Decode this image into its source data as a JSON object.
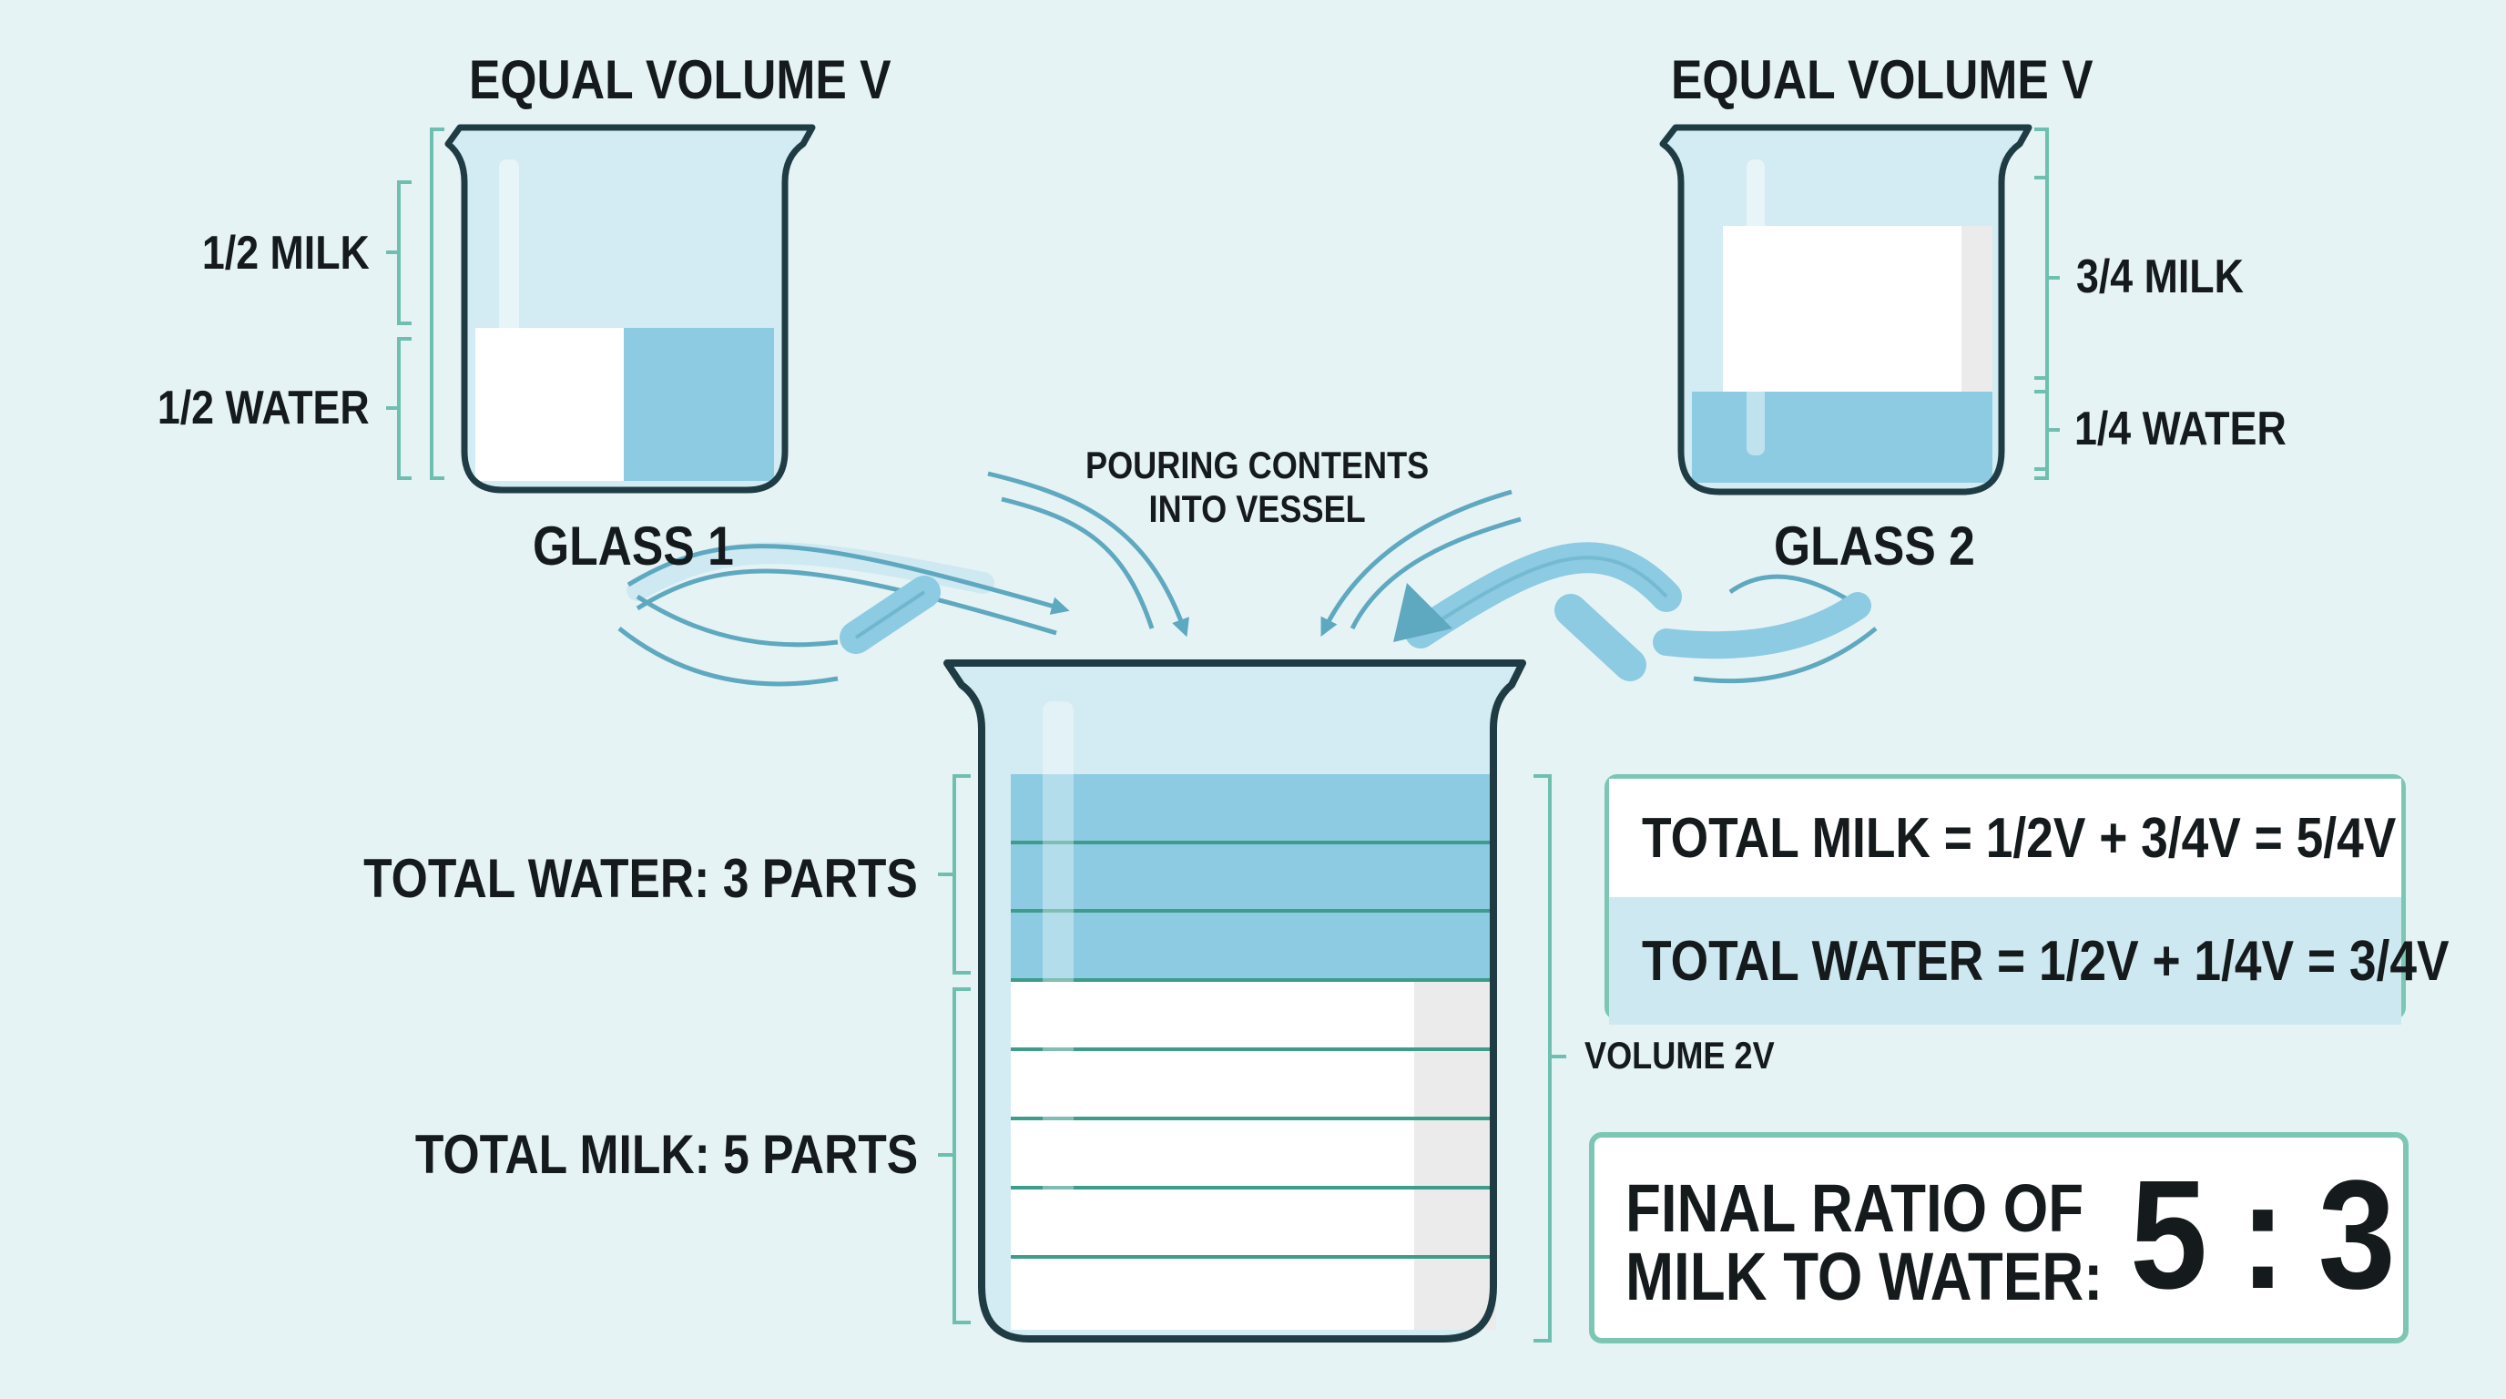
{
  "glass1": {
    "title": "EQUAL VOLUME V",
    "milk_label": "1/2 MILK",
    "water_label": "1/2 WATER",
    "name": "GLASS 1",
    "milk_fraction": 0.5,
    "water_fraction": 0.5
  },
  "glass2": {
    "title": "EQUAL VOLUME V",
    "milk_label": "3/4 MILK",
    "water_label": "1/4 WATER",
    "name": "GLASS 2",
    "milk_fraction": 0.75,
    "water_fraction": 0.25
  },
  "pour_label_line1": "POURING CONTENTS",
  "pour_label_line2": "INTO VESSEL",
  "vessel": {
    "water_label": "TOTAL WATER: 3 PARTS",
    "milk_label": "TOTAL MILK: 5 PARTS",
    "volume_label": "VOLUME 2V",
    "water_parts": 3,
    "milk_parts": 5
  },
  "equations": {
    "milk": "TOTAL MILK   = 1/2V + 3/4V = 5/4V",
    "water": "TOTAL WATER = 1/2V + 1/4V = 3/4V"
  },
  "result": {
    "label_line1": "FINAL RATIO OF",
    "label_line2": "MILK TO WATER:",
    "ratio": "5 : 3"
  },
  "colors": {
    "background": "#e6f3f5",
    "water": "#8ccbe2",
    "milk": "#ffffff",
    "glass_outline": "#1f3b44",
    "bracket": "#6fbfb0",
    "arrow_fill": "#cfe9f2",
    "arrow_stroke": "#5ea9c0"
  }
}
